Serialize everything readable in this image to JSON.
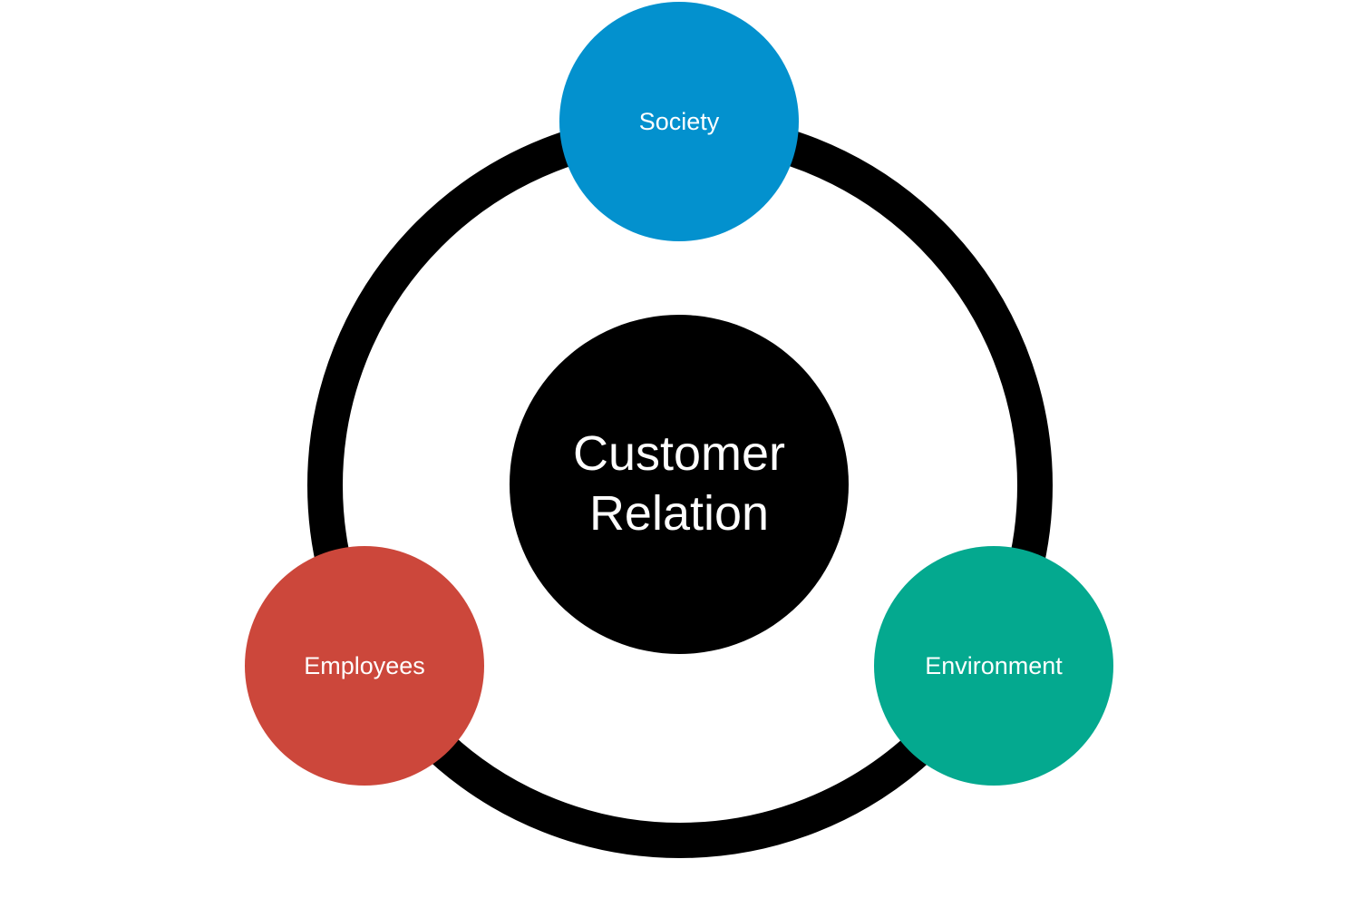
{
  "diagram": {
    "ring_color": "#000000",
    "center": {
      "line1": "Customer",
      "line2": "Relation",
      "color": "#000000"
    },
    "nodes": [
      {
        "label": "Society",
        "color": "#0391CE"
      },
      {
        "label": "Employees",
        "color": "#CC473B"
      },
      {
        "label": "Environment",
        "color": "#04A98F"
      }
    ]
  }
}
